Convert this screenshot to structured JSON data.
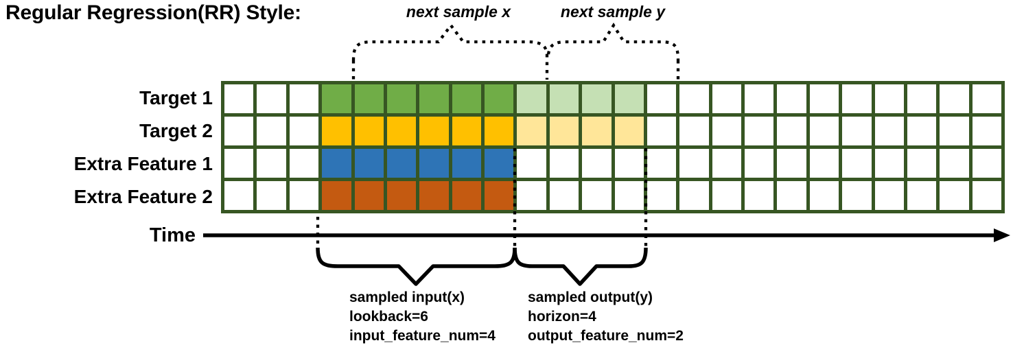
{
  "title": "Regular Regression(RR) Style:",
  "annotations": {
    "next_sample_x": "next sample x",
    "next_sample_y": "next sample y"
  },
  "time_label": "Time",
  "grid": {
    "columns": 24,
    "rows": 4,
    "input_start_col": 3,
    "lookback": 6,
    "horizon": 4,
    "line_color": "#375623",
    "empty_cell_color": "#ffffff"
  },
  "rows": [
    {
      "label": "Target 1",
      "input_color": "#70AD47",
      "horizon_color": "#C5E0B4",
      "has_horizon": true
    },
    {
      "label": "Target 2",
      "input_color": "#FFC000",
      "horizon_color": "#FFE699",
      "has_horizon": true
    },
    {
      "label": "Extra Feature 1",
      "input_color": "#2E74B6",
      "has_horizon": false
    },
    {
      "label": "Extra Feature 2",
      "input_color": "#C45A11",
      "has_horizon": false
    }
  ],
  "captions": {
    "input": [
      "sampled input(x)",
      "lookback=6",
      "input_feature_num=4"
    ],
    "output": [
      "sampled output(y)",
      "horizon=4",
      "output_feature_num=2"
    ]
  }
}
